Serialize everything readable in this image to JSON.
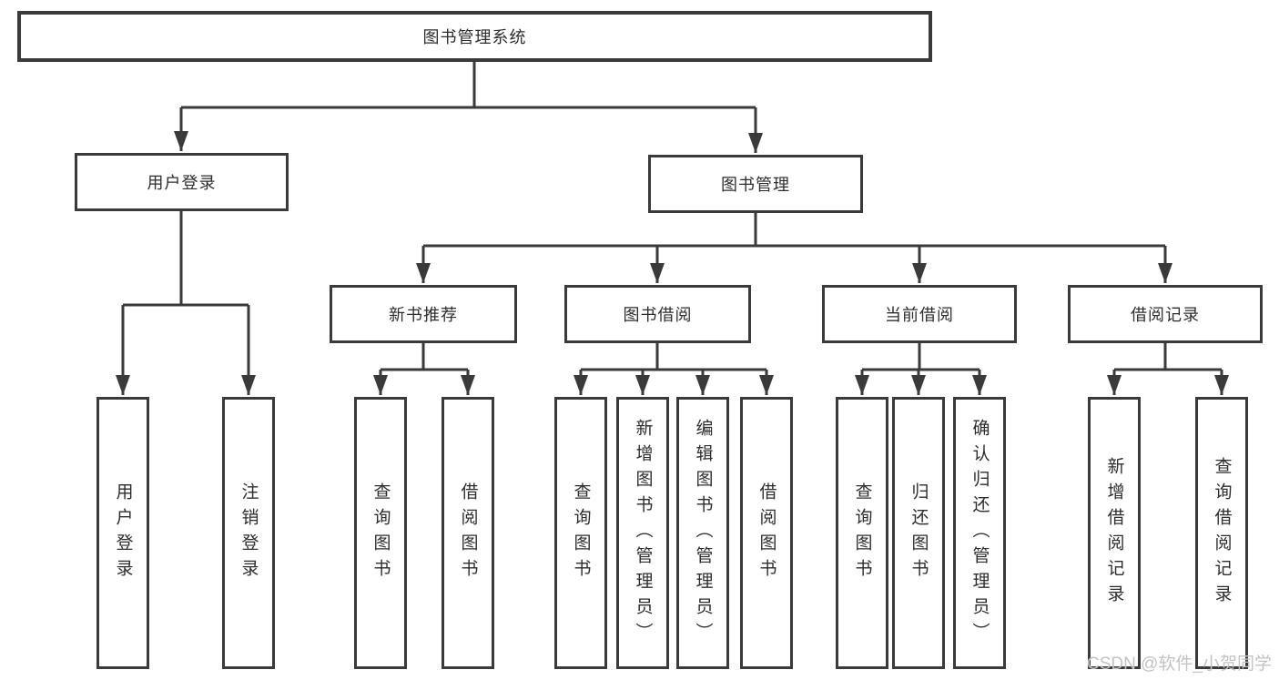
{
  "diagram": {
    "root": {
      "label": "图书管理系统"
    },
    "level2": [
      {
        "label": "用户登录"
      },
      {
        "label": "图书管理"
      }
    ],
    "level3": [
      {
        "label": "新书推荐",
        "parent": "图书管理"
      },
      {
        "label": "图书借阅",
        "parent": "图书管理"
      },
      {
        "label": "当前借阅",
        "parent": "图书管理"
      },
      {
        "label": "借阅记录",
        "parent": "图书管理"
      }
    ],
    "leaves": [
      {
        "label": "用户登录",
        "parent": "用户登录"
      },
      {
        "label": "注销登录",
        "parent": "用户登录"
      },
      {
        "label": "查询图书",
        "parent": "新书推荐"
      },
      {
        "label": "借阅图书",
        "parent": "新书推荐"
      },
      {
        "label": "查询图书",
        "parent": "图书借阅"
      },
      {
        "label": "新增图书（管理员）",
        "parent": "图书借阅"
      },
      {
        "label": "编辑图书（管理员）",
        "parent": "图书借阅"
      },
      {
        "label": "借阅图书",
        "parent": "图书借阅"
      },
      {
        "label": "查询图书",
        "parent": "当前借阅"
      },
      {
        "label": "归还图书",
        "parent": "当前借阅"
      },
      {
        "label": "确认归还（管理员）",
        "parent": "当前借阅"
      },
      {
        "label": "新增借阅记录",
        "parent": "借阅记录"
      },
      {
        "label": "查询借阅记录",
        "parent": "借阅记录"
      }
    ]
  },
  "watermark": {
    "text": "CSDN @软件_小贺同学"
  },
  "colors": {
    "line": "#3a3a3a",
    "text": "#2d2d2d",
    "background": "#ffffff",
    "watermark": "#c3c3c3"
  }
}
